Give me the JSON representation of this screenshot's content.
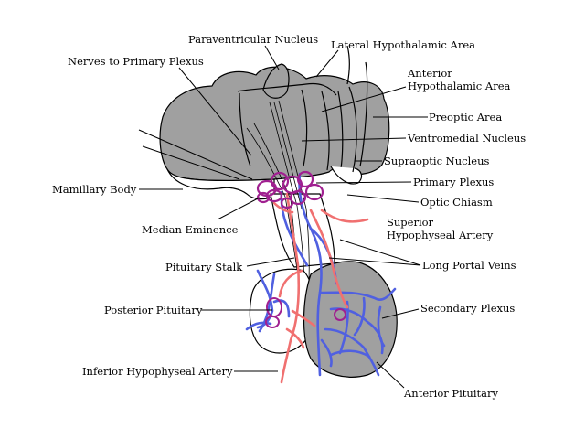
{
  "labels": {
    "paraventricular": "Paraventricular Nucleus",
    "lateral_hypo": "Lateral Hypothalamic Area",
    "nerves_primary": "Nerves to Primary Plexus",
    "anterior_hypo_1": "Anterior",
    "anterior_hypo_2": "Hypothalamic Area",
    "preoptic": "Preoptic Area",
    "ventromedial": "Ventromedial Nucleus",
    "supraoptic": "Supraoptic Nucleus",
    "primary_plexus": "Primary Plexus",
    "mamillary": "Mamillary Body",
    "optic_chiasm": "Optic Chiasm",
    "median_eminence": "Median Eminence",
    "superior_hypo_1": "Superior",
    "superior_hypo_2": "Hypophyseal Artery",
    "pituitary_stalk": "Pituitary Stalk",
    "long_portal": "Long Portal Veins",
    "secondary_plexus": "Secondary Plexus",
    "posterior_pituitary": "Posterior Pituitary",
    "inferior_hypo": "Inferior Hypophyseal Artery",
    "anterior_pituitary": "Anterior Pituitary"
  },
  "colors": {
    "tissue": "#a0a0a0",
    "artery": "#f07070",
    "vein": "#5060e0",
    "plexus": "#a02090"
  }
}
